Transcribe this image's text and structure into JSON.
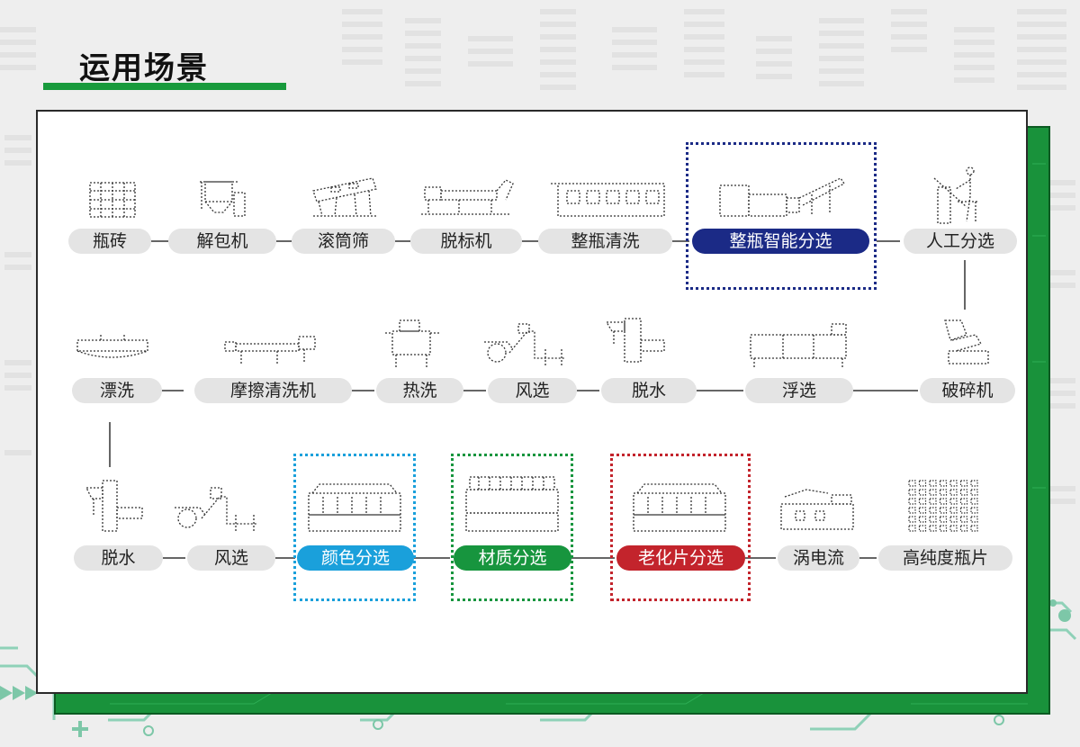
{
  "title": "运用场景",
  "colors": {
    "accent_green": "#189a3c",
    "highlight_navy": "#1b2a86",
    "highlight_blue": "#1aa0db",
    "highlight_green": "#17953e",
    "highlight_red": "#c3242c",
    "pill_gray": "#e4e4e4"
  },
  "flow": {
    "row1": [
      {
        "label": "瓶砖",
        "icon": "bale-icon"
      },
      {
        "label": "解包机",
        "icon": "debaler-icon"
      },
      {
        "label": "滚筒筛",
        "icon": "trommel-icon"
      },
      {
        "label": "脱标机",
        "icon": "delabeler-icon"
      },
      {
        "label": "整瓶清洗",
        "icon": "bottle-washer-icon"
      },
      {
        "label": "整瓶智能分选",
        "icon": "bottle-sorter-icon",
        "highlight": "navy"
      },
      {
        "label": "人工分选",
        "icon": "manual-sorting-icon"
      }
    ],
    "row2": [
      {
        "label": "漂洗",
        "icon": "rinsing-tank-icon"
      },
      {
        "label": "摩擦清洗机",
        "icon": "friction-washer-icon"
      },
      {
        "label": "热洗",
        "icon": "hot-washer-icon"
      },
      {
        "label": "风选",
        "icon": "air-classifier-icon"
      },
      {
        "label": "脱水",
        "icon": "dewatering-icon"
      },
      {
        "label": "浮选",
        "icon": "float-tank-icon"
      },
      {
        "label": "破碎机",
        "icon": "crusher-icon"
      }
    ],
    "row3": [
      {
        "label": "脱水",
        "icon": "dewatering-icon"
      },
      {
        "label": "风选",
        "icon": "air-classifier-icon"
      },
      {
        "label": "颜色分选",
        "icon": "color-sorter-icon",
        "highlight": "blue"
      },
      {
        "label": "材质分选",
        "icon": "material-sorter-icon",
        "highlight": "green"
      },
      {
        "label": "老化片分选",
        "icon": "aged-flake-sorter-icon",
        "highlight": "red"
      },
      {
        "label": "涡电流",
        "icon": "eddy-current-icon"
      },
      {
        "label": "高纯度瓶片",
        "icon": "pure-flakes-icon"
      }
    ]
  }
}
